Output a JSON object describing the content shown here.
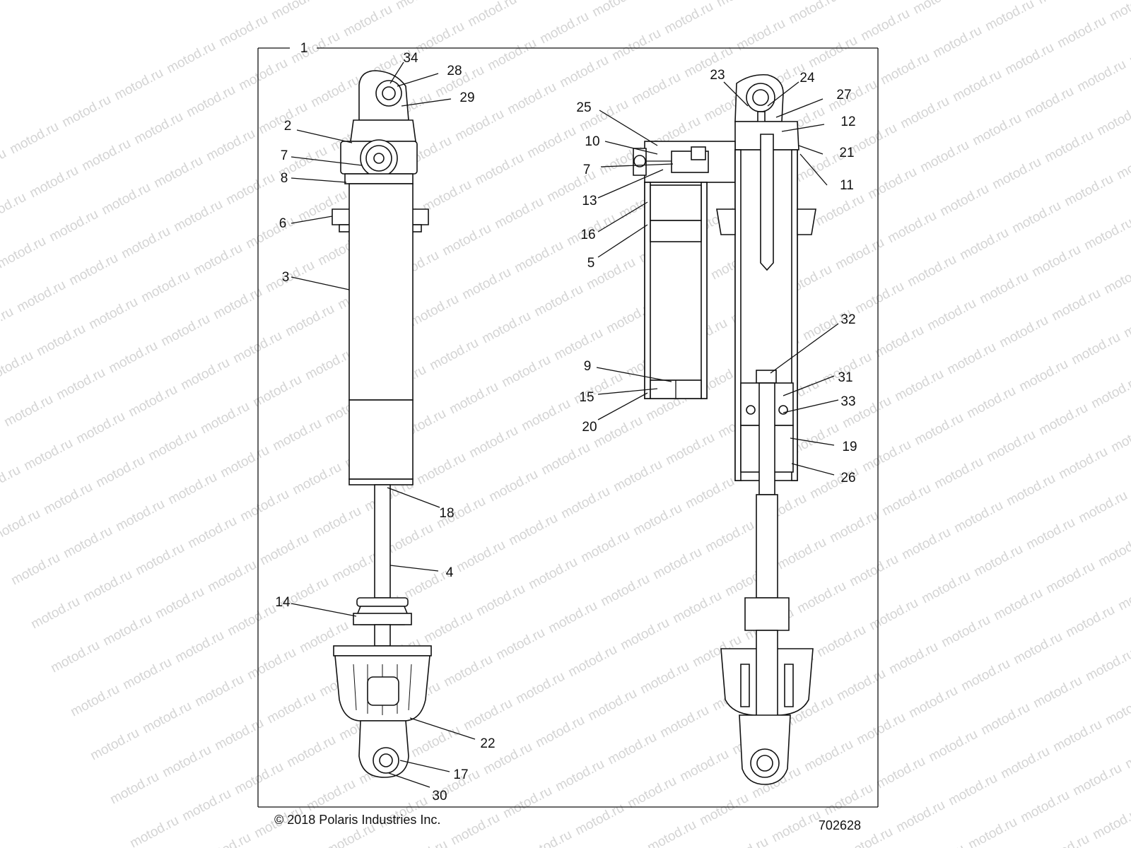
{
  "watermark": "motod.ru",
  "copyright": "© 2018 Polaris Industries Inc.",
  "diagram_number": "702628",
  "callouts": {
    "c1": "1",
    "c2": "2",
    "c3": "3",
    "c4": "4",
    "c5": "5",
    "c6": "6",
    "c7a": "7",
    "c7b": "7",
    "c8": "8",
    "c9": "9",
    "c10": "10",
    "c11": "11",
    "c12": "12",
    "c13": "13",
    "c14": "14",
    "c15": "15",
    "c16": "16",
    "c17": "17",
    "c18": "18",
    "c19": "19",
    "c20": "20",
    "c21": "21",
    "c22": "22",
    "c23": "23",
    "c24": "24",
    "c25": "25",
    "c26": "26",
    "c27": "27",
    "c28": "28",
    "c29": "29",
    "c30": "30",
    "c31": "31",
    "c32": "32",
    "c33": "33",
    "c34": "34"
  }
}
